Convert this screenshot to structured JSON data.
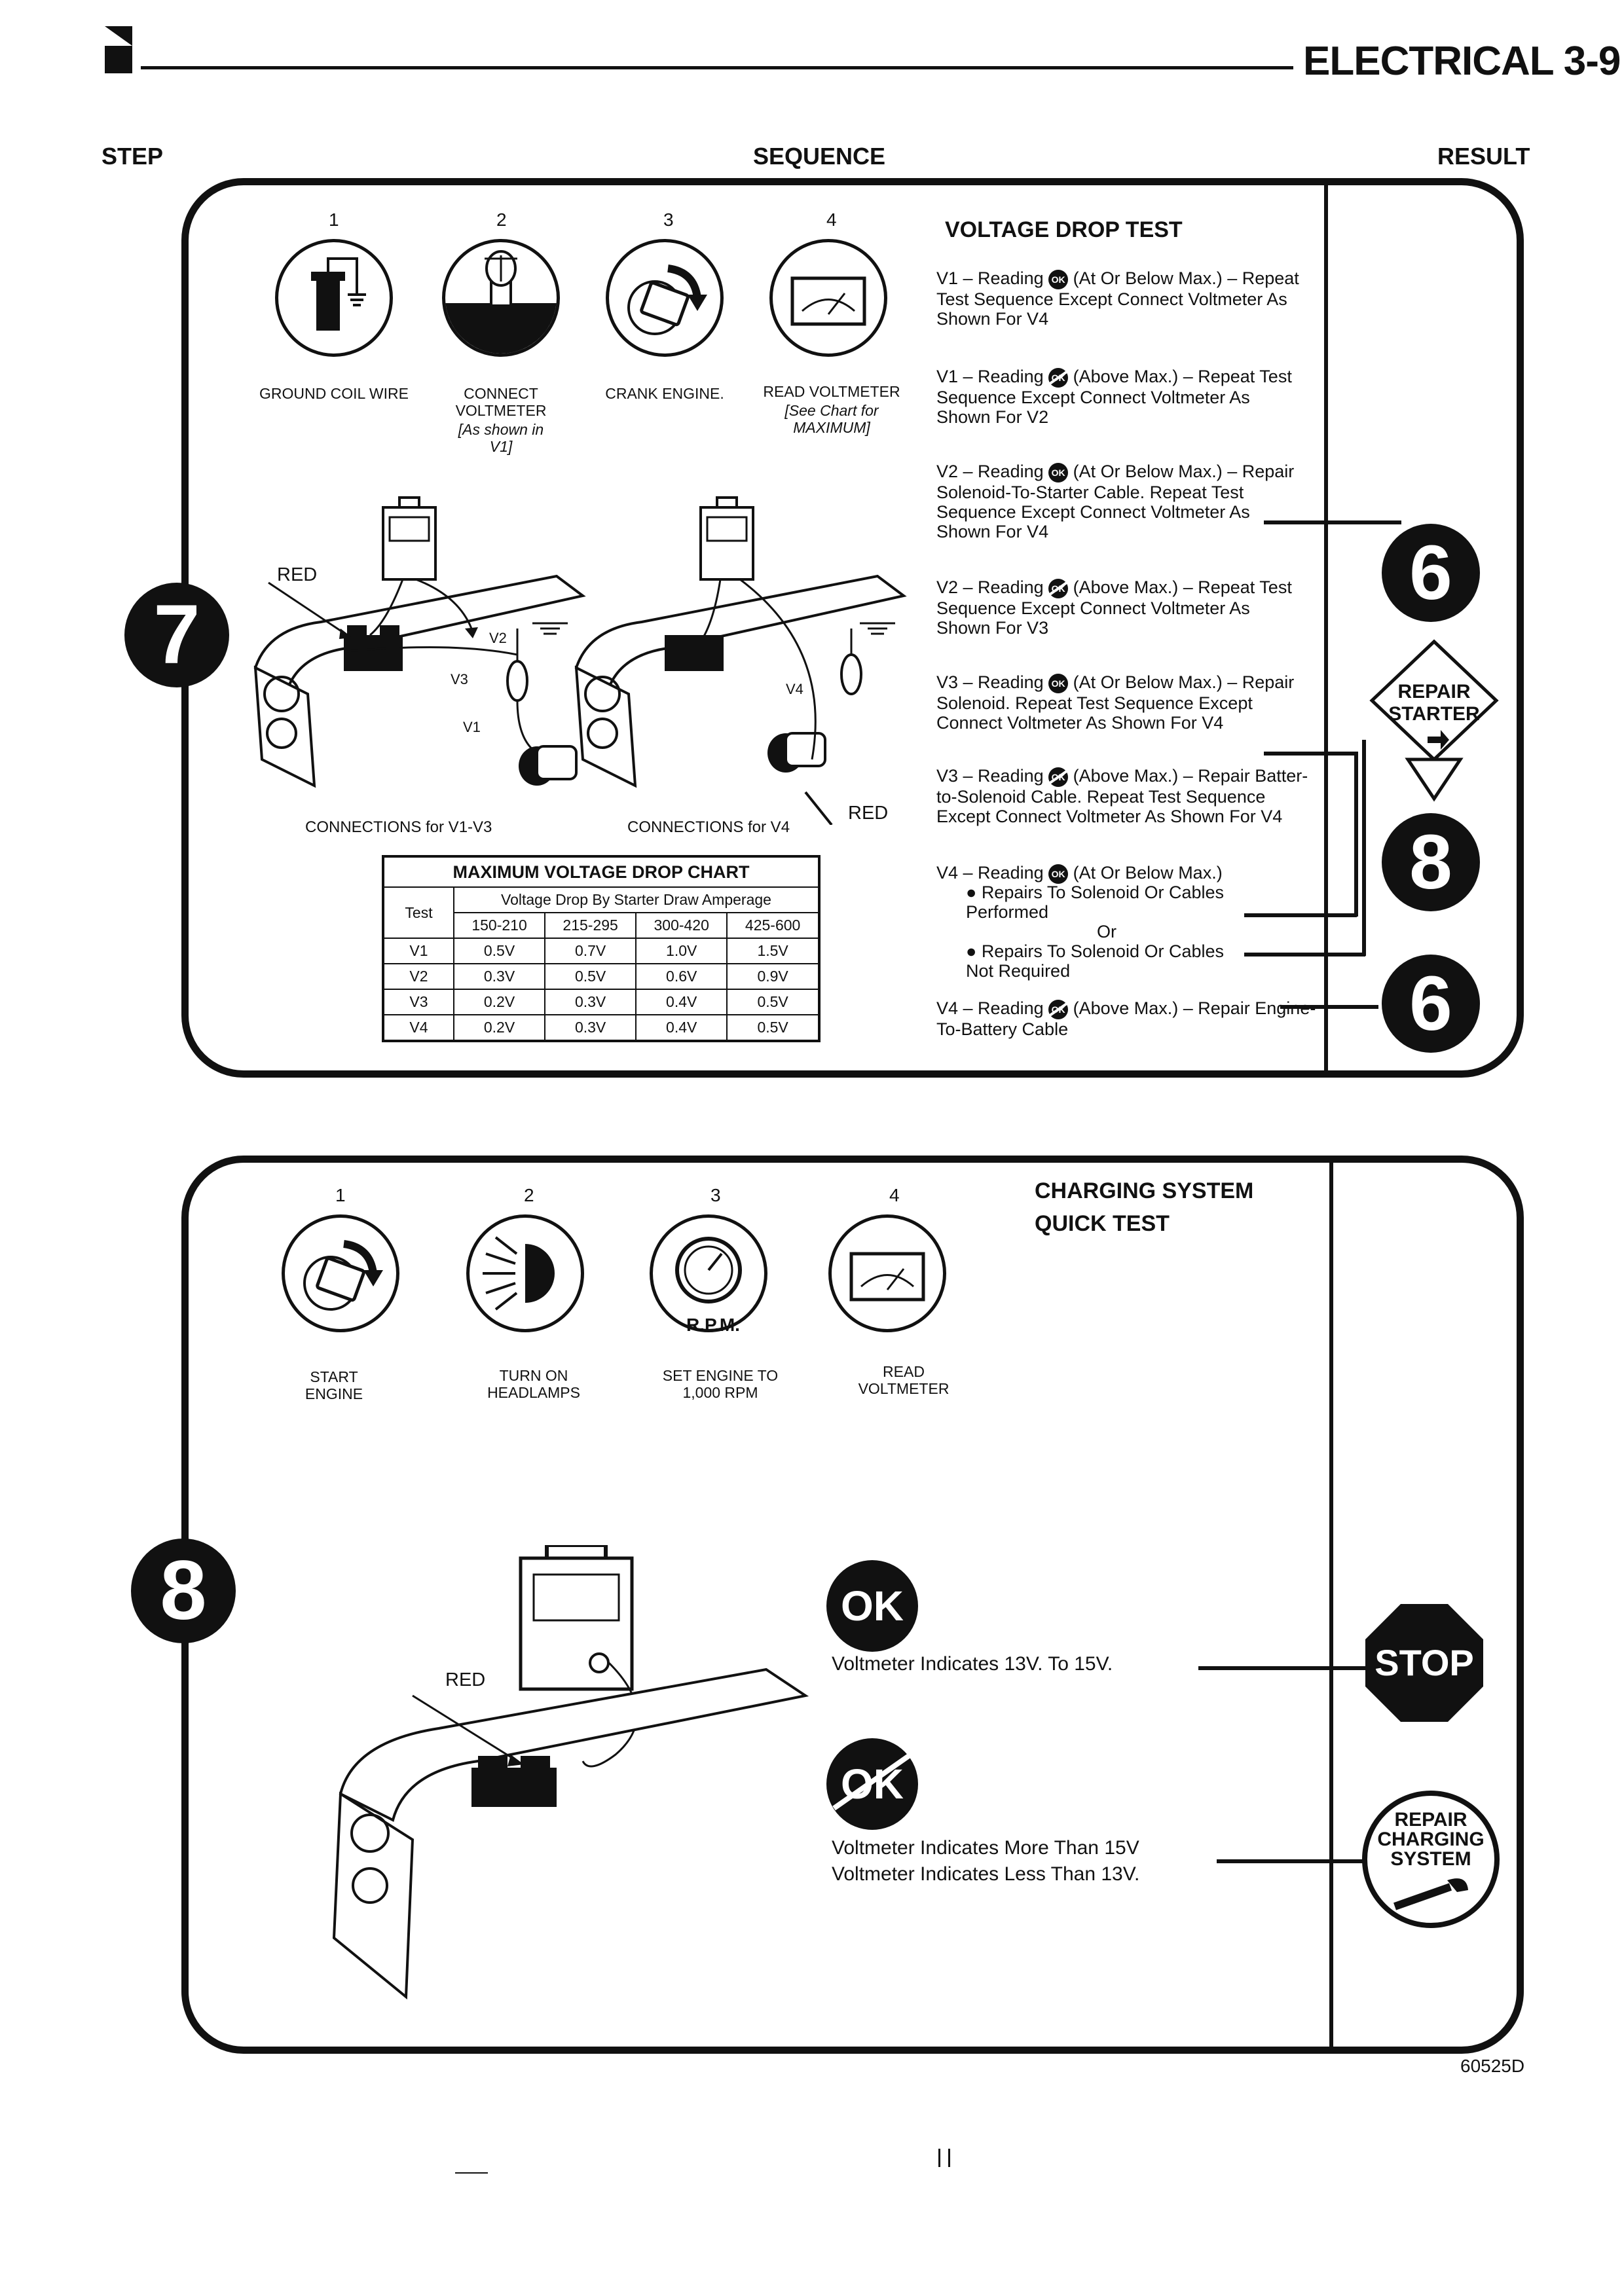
{
  "header": {
    "title": "ELECTRICAL 3-9"
  },
  "columns": {
    "step": "STEP",
    "sequence": "SEQUENCE",
    "result": "RESULT"
  },
  "panel7": {
    "step_number": "7",
    "sequence": [
      {
        "num": "1",
        "caption": "GROUND COIL WIRE",
        "note": ""
      },
      {
        "num": "2",
        "caption": "CONNECT VOLTMETER",
        "note": "[As shown in V1]"
      },
      {
        "num": "3",
        "caption": "CRANK ENGINE.",
        "note": ""
      },
      {
        "num": "4",
        "caption": "READ VOLTMETER",
        "note": "[See Chart for MAXIMUM]"
      }
    ],
    "diagram_labels": {
      "red_left": "RED",
      "red_right": "RED",
      "v1": "V1",
      "v2": "V2",
      "v3": "V3",
      "v4": "V4",
      "conn_left": "CONNECTIONS for V1-V3",
      "conn_right": "CONNECTIONS for V4"
    },
    "chart": {
      "title": "MAXIMUM VOLTAGE DROP CHART",
      "group_header": "Voltage Drop By Starter Draw Amperage",
      "test_header": "Test",
      "columns": [
        "150-210",
        "215-295",
        "300-420",
        "425-600"
      ],
      "rows": [
        {
          "test": "V1",
          "values": [
            "0.5V",
            "0.7V",
            "1.0V",
            "1.5V"
          ]
        },
        {
          "test": "V2",
          "values": [
            "0.3V",
            "0.5V",
            "0.6V",
            "0.9V"
          ]
        },
        {
          "test": "V3",
          "values": [
            "0.2V",
            "0.3V",
            "0.4V",
            "0.5V"
          ]
        },
        {
          "test": "V4",
          "values": [
            "0.2V",
            "0.3V",
            "0.4V",
            "0.5V"
          ]
        }
      ]
    },
    "results_title": "VOLTAGE DROP TEST",
    "results": [
      {
        "lead": "V1 – Reading",
        "badge": "OK",
        "crossed": false,
        "body": "(At Or Below Max.) – Repeat Test Sequence Except Connect Voltmeter As Shown For V4"
      },
      {
        "lead": "V1 – Reading",
        "badge": "OK",
        "crossed": true,
        "body": "(Above Max.) – Repeat Test Sequence Except Connect Voltmeter As Shown For V2"
      },
      {
        "lead": "V2 – Reading",
        "badge": "OK",
        "crossed": false,
        "body": "(At Or Below Max.) – Repair Solenoid-To-Starter Cable. Repeat Test Sequence Except Connect Voltmeter As Shown For V4"
      },
      {
        "lead": "V2 – Reading",
        "badge": "OK",
        "crossed": true,
        "body": "(Above Max.) – Repeat Test Sequence Except Connect Voltmeter As Shown For V3"
      },
      {
        "lead": "V3 – Reading",
        "badge": "OK",
        "crossed": false,
        "body": "(At Or Below Max.) – Repair Solenoid. Repeat Test Sequence Except Connect Voltmeter As Shown For V4"
      },
      {
        "lead": "V3 – Reading",
        "badge": "OK",
        "crossed": true,
        "body": "(Above Max.) – Repair Batter-to-Solenoid Cable. Repeat Test Sequence Except Connect Voltmeter As Shown For V4"
      },
      {
        "lead": "V4 – Reading",
        "badge": "OK",
        "crossed": false,
        "body": "(At Or Below Max.)"
      },
      {
        "lead": "V4 – Reading",
        "badge": "OK",
        "crossed": true,
        "body": "(Above Max.) – Repair Engine-To-Battery Cable"
      }
    ],
    "v4_ok_bullets": [
      "Repairs To Solenoid Or Cables Performed",
      "Or",
      "Repairs To Solenoid Or Cables Not Required"
    ],
    "side": {
      "top": "6",
      "repair": "REPAIR STARTER",
      "mid": "8",
      "bottom": "6"
    }
  },
  "panel8": {
    "step_number": "8",
    "title_line1": "CHARGING SYSTEM",
    "title_line2": "QUICK TEST",
    "sequence": [
      {
        "num": "1",
        "caption": "START ENGINE"
      },
      {
        "num": "2",
        "caption": "TURN ON HEADLAMPS"
      },
      {
        "num": "3",
        "caption": "SET ENGINE TO 1,000 RPM",
        "icon_text": "R.P.M."
      },
      {
        "num": "4",
        "caption": "READ VOLTMETER"
      }
    ],
    "red_label": "RED",
    "ok_text": "OK",
    "ok_result": "Voltmeter Indicates 13V. To 15V.",
    "notok_result_1": "Voltmeter Indicates More Than 15V",
    "notok_result_2": "Voltmeter Indicates Less Than 13V.",
    "stop": "STOP",
    "repair": "REPAIR CHARGING SYSTEM"
  },
  "footer_code": "60525D"
}
